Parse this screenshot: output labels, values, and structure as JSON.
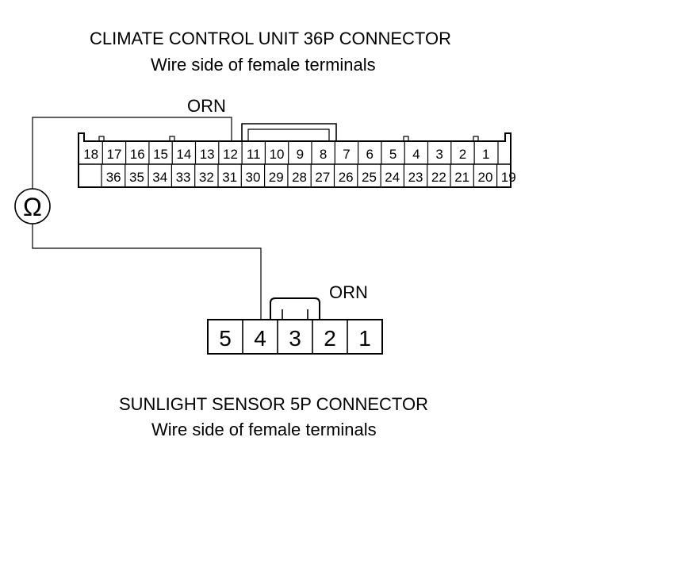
{
  "big_connector": {
    "title": "CLIMATE CONTROL UNIT 36P CONNECTOR",
    "subtitle": "Wire side of female terminals",
    "top_row": [
      "18",
      "17",
      "16",
      "15",
      "14",
      "13",
      "12",
      "11",
      "10",
      "9",
      "8",
      "7",
      "6",
      "5",
      "4",
      "3",
      "2",
      "1"
    ],
    "bottom_row": [
      "36",
      "35",
      "34",
      "33",
      "32",
      "31",
      "30",
      "29",
      "28",
      "27",
      "26",
      "25",
      "24",
      "23",
      "22",
      "21",
      "20",
      "19"
    ],
    "wire_color": "ORN"
  },
  "small_connector": {
    "title": "SUNLIGHT SENSOR 5P CONNECTOR",
    "subtitle": "Wire side of female terminals",
    "pins": [
      "5",
      "4",
      "3",
      "2",
      "1"
    ],
    "wire_color": "ORN"
  },
  "meter": {
    "symbol": "Ω",
    "icon": "ohmmeter-icon"
  }
}
